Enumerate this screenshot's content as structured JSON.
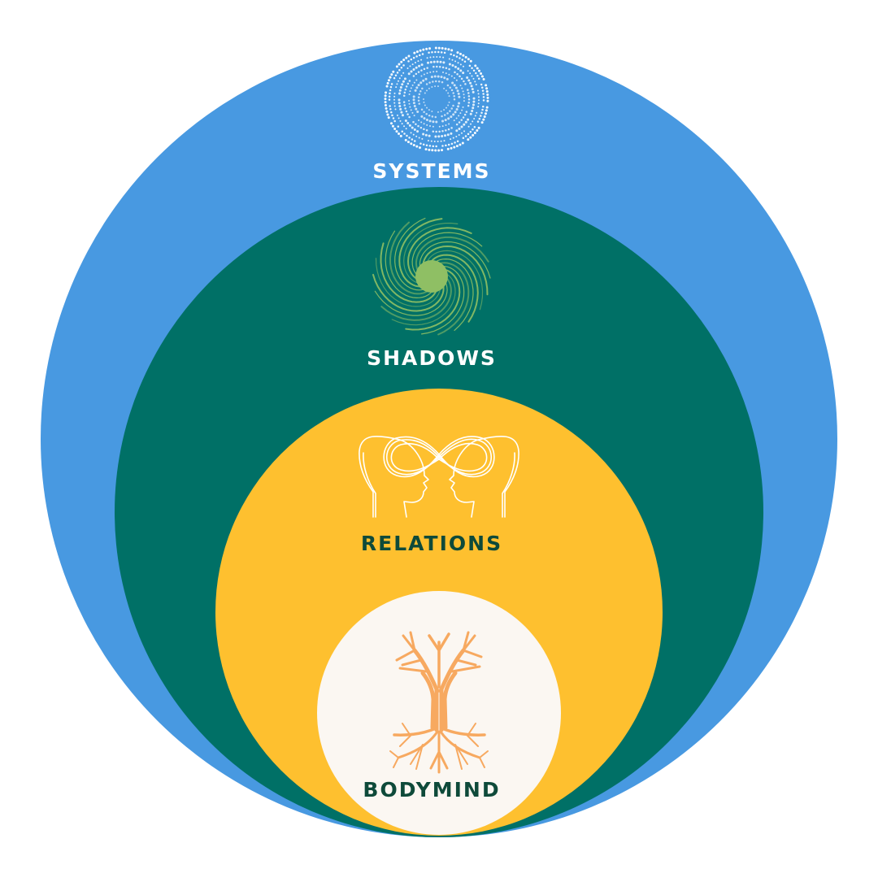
{
  "colors": {
    "background": "#ffffff",
    "systems": "#4899E1",
    "shadows": "#007066",
    "relations": "#FEC02F",
    "bodymind": "#FBF7F2",
    "light_label": "#FFFFFF",
    "dark_label": "#0E4A3A",
    "tree": "#F7A960",
    "swirl": "#8FBF64",
    "ripple": "#FFFFFF",
    "heads_line": "#FFFFFF"
  },
  "layers": [
    {
      "id": "systems",
      "label": "SYSTEMS",
      "icon": "concentric-dots-icon"
    },
    {
      "id": "shadows",
      "label": "SHADOWS",
      "icon": "swirl-vortex-icon"
    },
    {
      "id": "relations",
      "label": "RELATIONS",
      "icon": "two-heads-infinity-icon"
    },
    {
      "id": "bodymind",
      "label": "BODYMIND",
      "icon": "tree-roots-icon"
    }
  ]
}
